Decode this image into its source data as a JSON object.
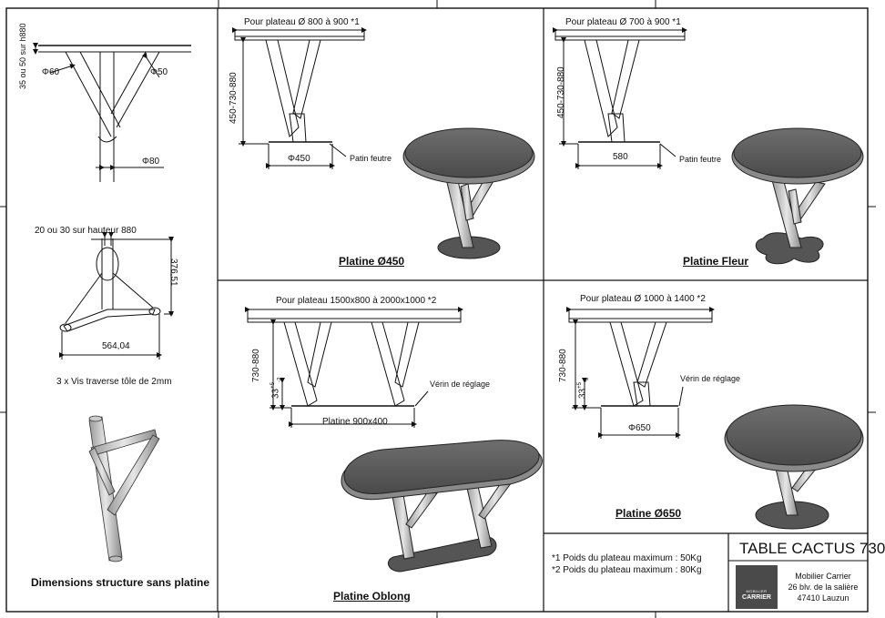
{
  "top_left_panel": {
    "dim_height": "35 ou 50 sur h880",
    "dim_phi60": "Φ60",
    "dim_phi50": "Φ50",
    "dim_phi80": "Φ80",
    "dim_screw": "20 ou 30 sur hauteur 880",
    "dim_376": "376,51",
    "dim_564": "564,04",
    "screw_note": "3 x Vis traverse tôle de 2mm",
    "structure_caption": "Dimensions structure sans platine"
  },
  "panel_450": {
    "plateau": "Pour plateau Ø 800 à 900 *1",
    "height": "450-730-880",
    "base": "Φ450",
    "foot": "Patin feutre",
    "caption": "Platine Ø450"
  },
  "panel_fleur": {
    "plateau": "Pour plateau Ø 700 à 900 *1",
    "height": "450-730-880",
    "base": "580",
    "foot": "Patin feutre",
    "caption": "Platine Fleur"
  },
  "panel_oblong": {
    "plateau": "Pour plateau 1500x800 à 2000x1000 *2",
    "height": "730-880",
    "adjust": "33",
    "adjust_sup": "+5",
    "adjust_sub": "-2",
    "foot": "Vérin de réglage",
    "base": "Platine 900x400",
    "caption": "Platine Oblong"
  },
  "panel_650": {
    "plateau": "Pour plateau Ø 1000 à 1400 *2",
    "height": "730-880",
    "adjust": "33",
    "adjust_sup": "+5",
    "adjust_sub": "-2",
    "foot": "Vérin de réglage",
    "base": "Φ650",
    "caption": "Platine Ø650"
  },
  "notes": {
    "note1": "*1 Poids du plateau maximum : 50Kg",
    "note2": "*2 Poids du plateau maximum : 80Kg"
  },
  "title_block": {
    "title": "TABLE CACTUS 730",
    "logo_top": "MOBILIER",
    "logo_bottom": "CARRIER",
    "company": "Mobilier Carrier",
    "address": "26 blv. de la salière",
    "city": "47410 Lauzun"
  }
}
